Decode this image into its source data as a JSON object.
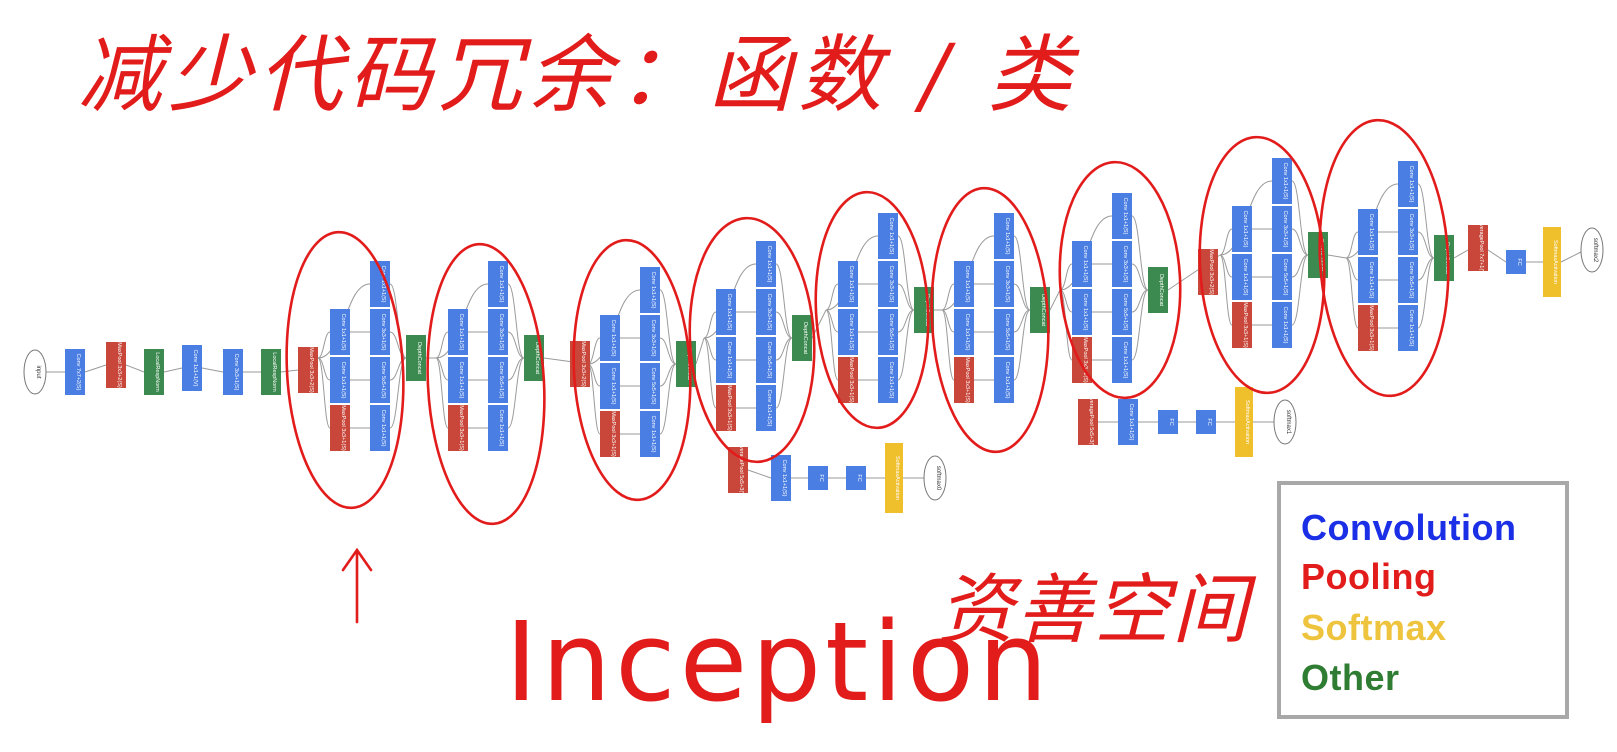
{
  "handwriting": {
    "title": "减少代码冗余：函数 / 类",
    "bottom_word": "Inception",
    "bottom_right": "资善空间"
  },
  "diagram": {
    "input": "input",
    "stem": [
      {
        "kind": "conv",
        "text": "Conv 7x7+2(S)"
      },
      {
        "kind": "pool",
        "text": "MaxPool 3x3+2(S)"
      },
      {
        "kind": "other",
        "text": "LocalRespNorm"
      },
      {
        "kind": "conv",
        "text": "Conv 1x1+1(V)"
      },
      {
        "kind": "conv",
        "text": "Conv 3x3+1(S)"
      },
      {
        "kind": "other",
        "text": "LocalRespNorm"
      },
      {
        "kind": "pool",
        "text": "MaxPool 3x3+2(S)"
      }
    ],
    "inception": {
      "conv1": "Conv 1x1+1(S)",
      "conv3": "Conv 3x3+1(S)",
      "conv5": "Conv 5x5+1(S)",
      "pool": "MaxPool 3x3+1(S)",
      "concat": "DepthConcat"
    },
    "mid_pool": "MaxPool 3x3+2(S)",
    "aux_pool": "AveragePool 5x5+3(V)",
    "fc": "FC",
    "softmax_act": "SoftmaxActivation",
    "final_pool": "AveragePool 7x7+1(V)",
    "outputs": [
      "softmax0",
      "softmax1",
      "softmax2"
    ]
  },
  "legend": [
    {
      "label": "Convolution",
      "color": "#1b2fe6"
    },
    {
      "label": "Pooling",
      "color": "#e21b1b"
    },
    {
      "label": "Softmax",
      "color": "#eec33d"
    },
    {
      "label": "Other",
      "color": "#2e7d32"
    }
  ],
  "colors": {
    "conv": "#4a7ee3",
    "pool": "#c8473a",
    "softmax": "#efbf2c",
    "other": "#3c8a4f",
    "ink": "#e21b1b"
  }
}
